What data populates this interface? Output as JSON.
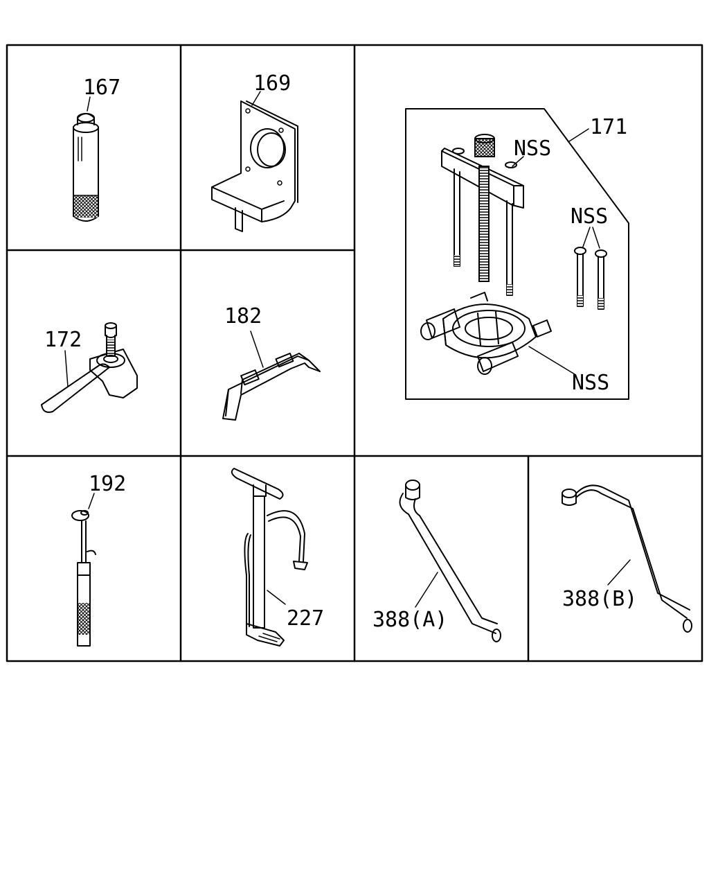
{
  "parts": [
    {
      "id": "p167",
      "label": "167"
    },
    {
      "id": "p169",
      "label": "169"
    },
    {
      "id": "p171",
      "label": "171"
    },
    {
      "id": "p172",
      "label": "172"
    },
    {
      "id": "p182",
      "label": "182"
    },
    {
      "id": "p192",
      "label": "192"
    },
    {
      "id": "p227",
      "label": "227"
    },
    {
      "id": "p388a",
      "label": "388(A)"
    },
    {
      "id": "p388b",
      "label": "388(B)"
    }
  ],
  "nss_label": "NSS"
}
